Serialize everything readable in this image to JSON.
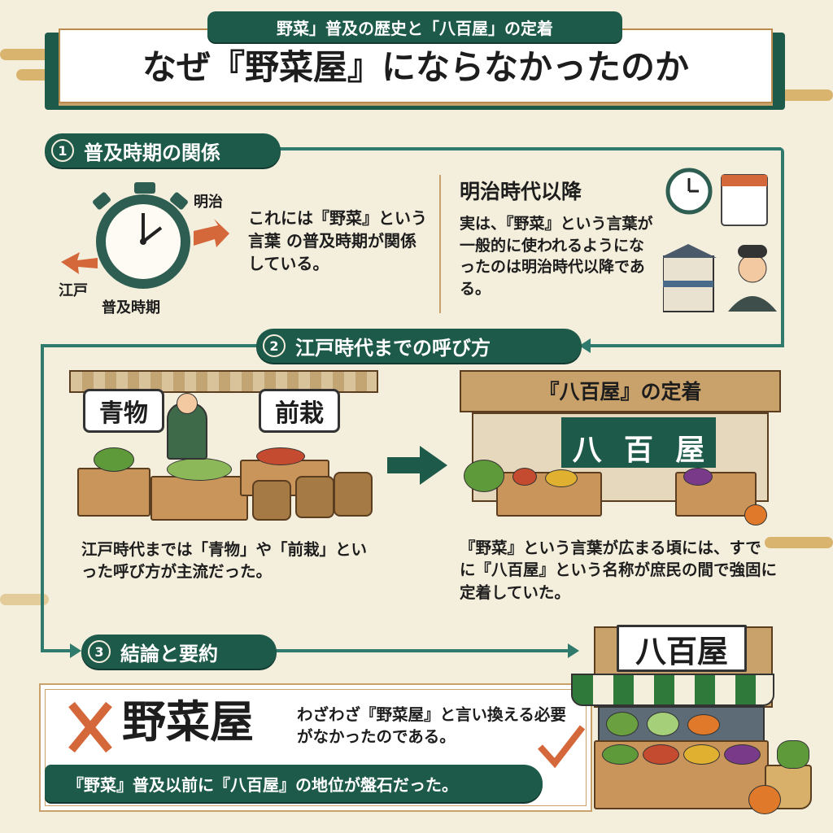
{
  "header": {
    "subtitle": "野菜」普及の歴史と「八百屋」の定着",
    "title": "なぜ『野菜屋』にならなかったのか"
  },
  "section1": {
    "number": "1",
    "title": "普及時期の関係",
    "clock_labels": {
      "meiji": "明治",
      "edo": "江戸",
      "period": "普及時期"
    },
    "body": "これには『野菜』という 言葉 の普及時期が関係している。",
    "right_heading": "明治時代以降",
    "right_body": "実は、『野菜』という言葉が一般的に使われるようになったのは明治時代以降である。"
  },
  "section2": {
    "number": "2",
    "title": "江戸時代までの呼び方",
    "sign_aomono": "青物",
    "sign_senzai": "前栽",
    "shop_banner": "『八百屋』の定着",
    "noren": [
      "八",
      "百",
      "屋"
    ],
    "left_text": "江戸時代までは「青物」や「前栽」といった呼び方が主流だった。",
    "right_text": "『野菜』という言葉が広まる頃には、すでに『八百屋』という名称が庶民の間で強固に定着していた。"
  },
  "section3": {
    "number": "3",
    "title": "結論と要約",
    "rejected": "野菜屋",
    "explanation": "わざわざ『野菜屋』と言い換える必要がなかったのである。",
    "summary": "『野菜』普及以前に『八百屋』の地位が盤石だった。",
    "store_sign": "八百屋"
  },
  "colors": {
    "green": "#1e5a4a",
    "accent": "#d4683a",
    "gold": "#d9b46e",
    "bg": "#f4eedc"
  }
}
